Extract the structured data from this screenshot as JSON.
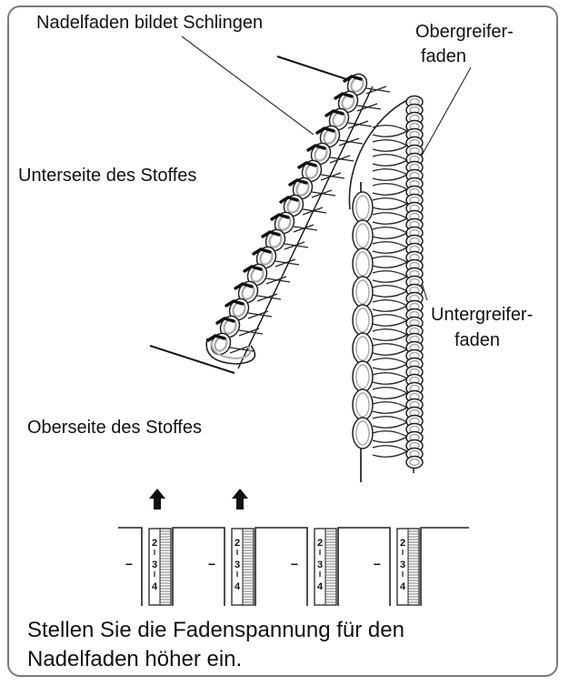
{
  "labels": {
    "needle_thread": "Nadelfaden bildet Schlingen",
    "upper_looper_1": "Obergreifer-",
    "upper_looper_2": "faden",
    "fabric_underside": "Unterseite des Stoffes",
    "lower_looper_1": "Untergreifer-",
    "lower_looper_2": "faden",
    "fabric_topside": "Oberseite des Stoffes"
  },
  "instruction": {
    "line1": "Stellen Sie die Fadenspannung für den",
    "line2": "Nadelfaden höher ein."
  },
  "dials": {
    "scale_numbers": [
      "2",
      "3",
      "4"
    ],
    "side_mark": "−",
    "count": 4,
    "raised_arrows": [
      true,
      true,
      false,
      false
    ]
  },
  "colors": {
    "line": "#111111",
    "thread_grey": "#a9a9a9",
    "frame": "#7a7a7a"
  }
}
